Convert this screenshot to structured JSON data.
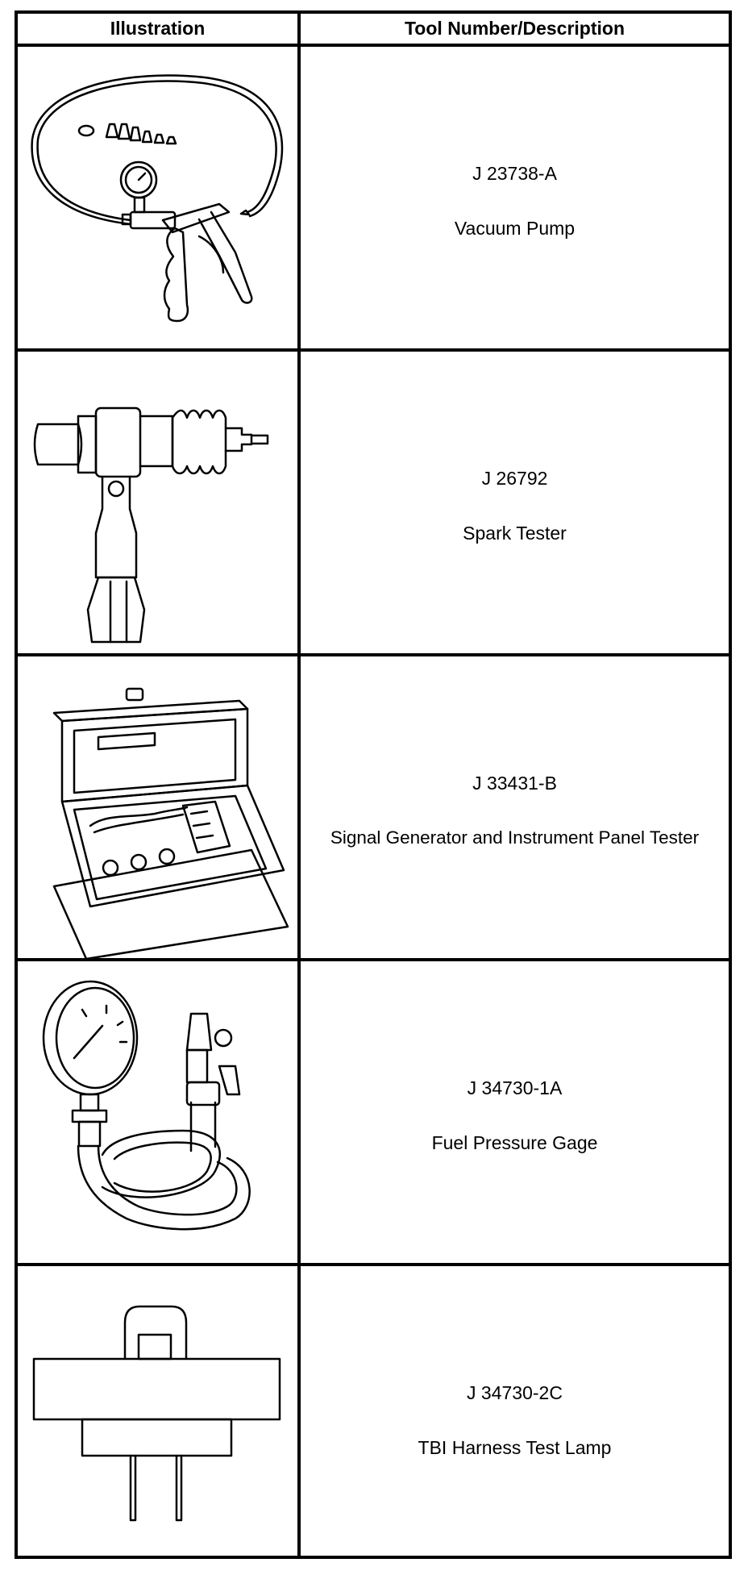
{
  "table": {
    "header": {
      "illustration": "Illustration",
      "tool": "Tool Number/Description"
    },
    "rows": [
      {
        "number": "J 23738-A",
        "description": "Vacuum Pump",
        "icon": "vacuum-pump-icon"
      },
      {
        "number": "J 26792",
        "description": "Spark Tester",
        "icon": "spark-tester-icon"
      },
      {
        "number": "J 33431-B",
        "description": "Signal Generator and Instrument Panel Tester",
        "icon": "signal-generator-case-icon"
      },
      {
        "number": "J 34730-1A",
        "description": "Fuel Pressure Gage",
        "icon": "fuel-pressure-gage-icon"
      },
      {
        "number": "J 34730-2C",
        "description": "TBI Harness Test Lamp",
        "icon": "test-lamp-icon"
      }
    ]
  }
}
